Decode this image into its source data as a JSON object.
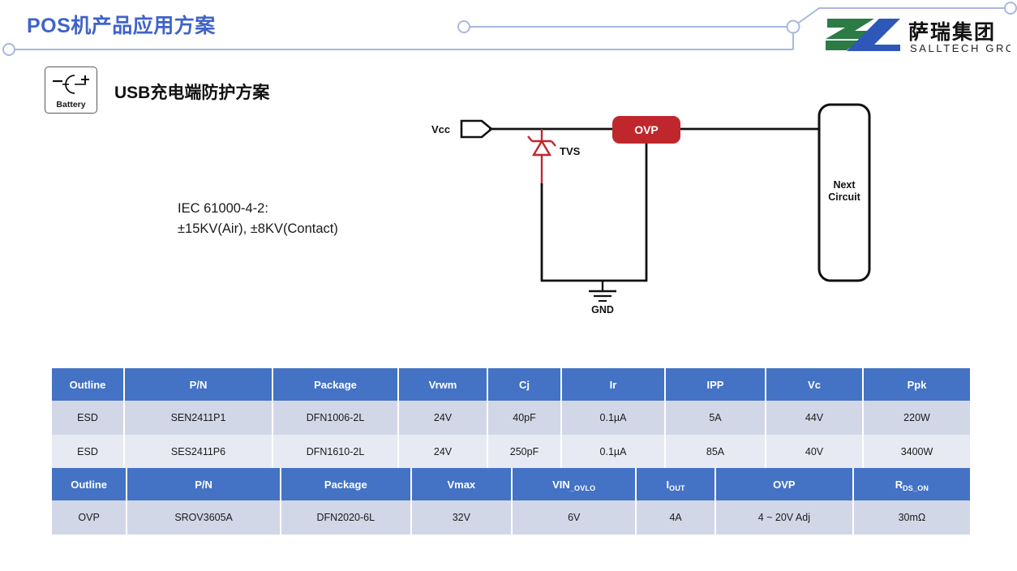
{
  "header": {
    "title": "POS机产品应用方案",
    "accent_color": "#3f63c8",
    "deco_line_color": "#a8b8de"
  },
  "logo": {
    "cn_name": "萨瑞集团",
    "en_name": "SALLTECH GROUP",
    "mark_green": "#2c7b45",
    "mark_blue": "#2d58b8"
  },
  "battery_icon": {
    "label": "Battery"
  },
  "section": {
    "title_lead": "USB",
    "title_rest": "充电端防护方案"
  },
  "note": {
    "line1": "IEC 61000-4-2:",
    "line2": "±15KV(Air), ±8KV(Contact)"
  },
  "circuit": {
    "vcc_label": "Vcc",
    "tvs_label": "TVS",
    "ovp_label": "OVP",
    "gnd_label": "GND",
    "next_circuit_line1": "Next",
    "next_circuit_line2": "Circuit",
    "ovp_box_color": "#c0272d",
    "tvs_color": "#c0272d",
    "wire_color": "#111111"
  },
  "table_esd": {
    "headers": [
      "Outline",
      "P/N",
      "Package",
      "Vrwm",
      "Cj",
      "Ir",
      "IPP",
      "Vc",
      "Ppk"
    ],
    "rows": [
      [
        "ESD",
        "SEN2411P1",
        "DFN1006-2L",
        "24V",
        "40pF",
        "0.1µA",
        "5A",
        "44V",
        "220W"
      ],
      [
        "ESD",
        "SES2411P6",
        "DFN1610-2L",
        "24V",
        "250pF",
        "0.1µA",
        "85A",
        "40V",
        "3400W"
      ]
    ]
  },
  "table_ovp": {
    "headers": [
      {
        "main": "Outline",
        "sub": ""
      },
      {
        "main": "P/N",
        "sub": ""
      },
      {
        "main": "Package",
        "sub": ""
      },
      {
        "main": "Vmax",
        "sub": ""
      },
      {
        "main": "VIN",
        "sub": "_OVLO"
      },
      {
        "main": "I",
        "sub": "OUT"
      },
      {
        "main": "OVP",
        "sub": ""
      },
      {
        "main": "R",
        "sub": "DS_ON"
      }
    ],
    "rows": [
      [
        "OVP",
        "SROV3605A",
        "DFN2020-6L",
        "32V",
        "6V",
        "4A",
        "4 ~ 20V Adj",
        "30mΩ"
      ]
    ]
  }
}
